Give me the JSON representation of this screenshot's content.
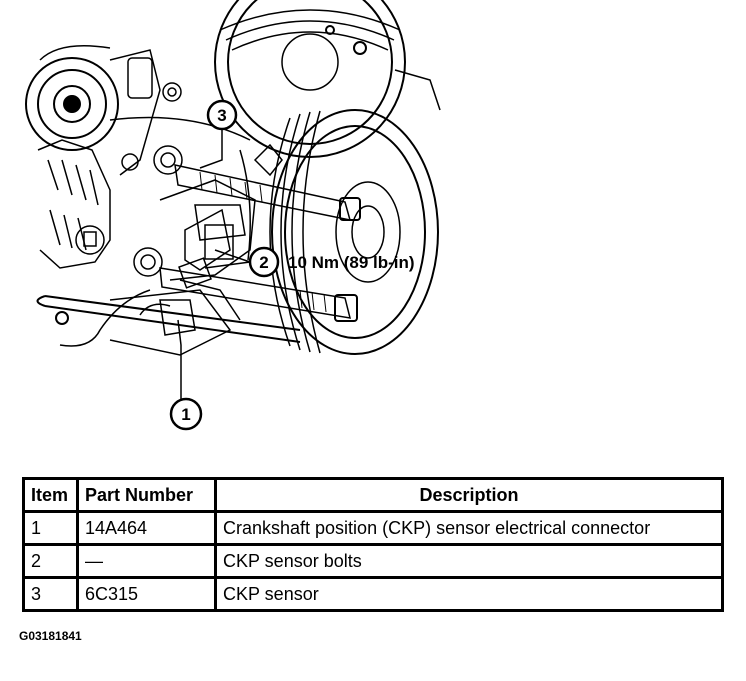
{
  "callouts": [
    {
      "number": "1"
    },
    {
      "number": "2",
      "label": "10 Nm (89 lb-in)"
    },
    {
      "number": "3"
    }
  ],
  "table": {
    "headers": [
      "Item",
      "Part Number",
      "Description"
    ],
    "rows": [
      [
        "1",
        "14A464",
        "Crankshaft position (CKP) sensor electrical connector"
      ],
      [
        "2",
        "—",
        "CKP sensor bolts"
      ],
      [
        "3",
        "6C315",
        "CKP sensor"
      ]
    ]
  },
  "figure_id": "G03181841"
}
